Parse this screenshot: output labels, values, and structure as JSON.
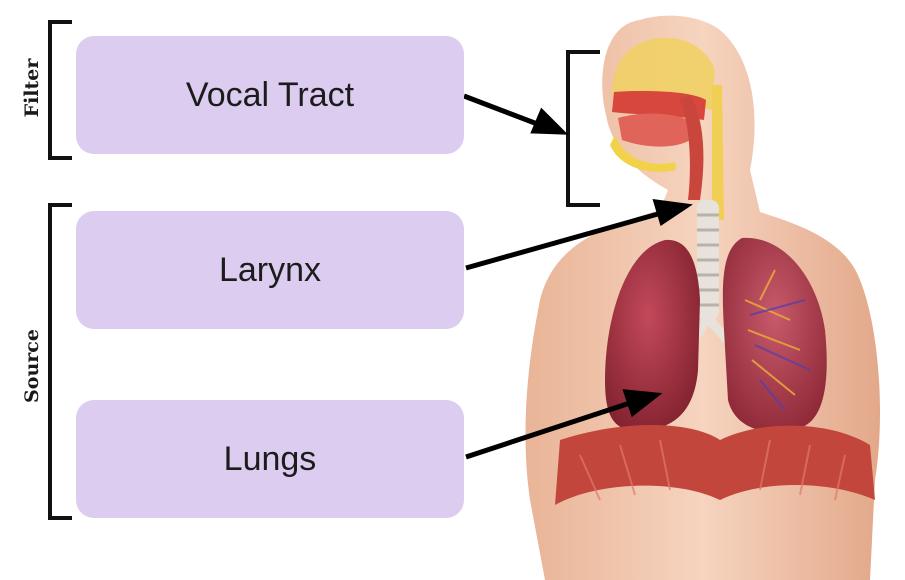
{
  "groups": {
    "filter": "Filter",
    "source": "Source"
  },
  "boxes": {
    "vocal_tract": "Vocal Tract",
    "larynx": "Larynx",
    "lungs": "Lungs"
  },
  "colors": {
    "box_fill": "#dccdf0",
    "bracket": "#111111",
    "arrow": "#000000",
    "skin": "#f2c7ad",
    "lung_left": "#a3343f",
    "lung_right": "#b84752",
    "trachea": "#e7e2dc",
    "tissue": "#d9564a",
    "bone": "#f2d24a",
    "diaphragm": "#c2463b"
  }
}
